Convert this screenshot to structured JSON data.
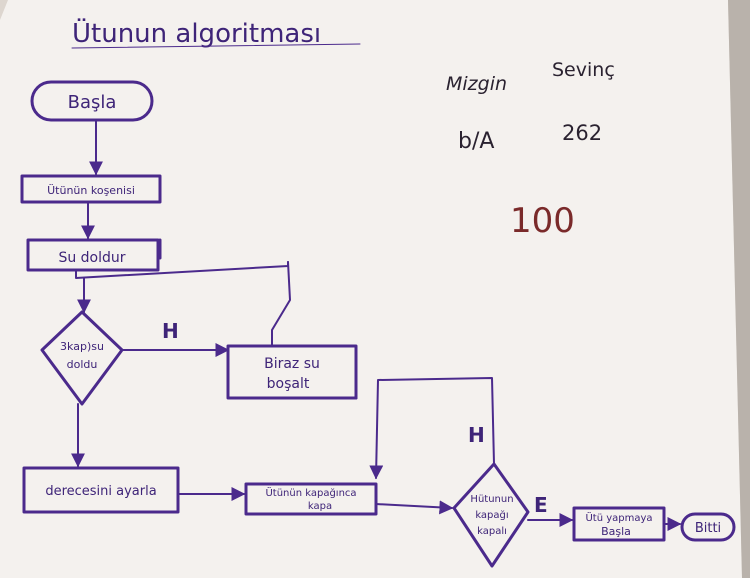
{
  "title": "Ütunun algoritması",
  "author": {
    "name_first": "Mizgin",
    "name_last": "Sevinç",
    "class": "b/A",
    "number": "262"
  },
  "score": "100",
  "flowchart": {
    "start": "Başla",
    "step1": "Ütünün koşenisi",
    "step2": "Su doldur",
    "decision1": [
      "3kap)su",
      "doldu"
    ],
    "decision1_no_label": "H",
    "step_drain": [
      "Biraz su",
      "boşalt"
    ],
    "step3": "derecesini ayarla",
    "step4": [
      "Ütünün kapağınca",
      "kapa"
    ],
    "decision2": [
      "Hütunun",
      "kapağı",
      "kapalı"
    ],
    "decision2_no_label": "H",
    "decision2_yes_label": "E",
    "step5": [
      "Ütü yapmaya",
      "Başla"
    ],
    "end": "Bitti"
  }
}
